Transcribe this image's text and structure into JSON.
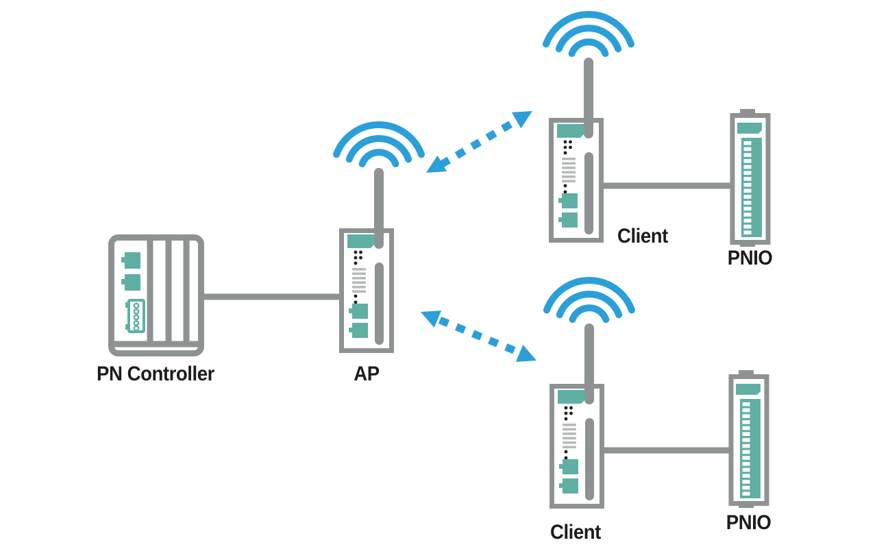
{
  "diagram": {
    "description": "Wireless network topology: PN Controller wired to AP, AP wirelessly linked to two Clients, each Client wired to a PNIO module",
    "labels": {
      "pn_controller": "PN Controller",
      "ap": "AP",
      "client_top": "Client",
      "client_bottom": "Client",
      "pnio_top": "PNIO",
      "pnio_bottom": "PNIO"
    },
    "colors": {
      "wireless_blue": "#2b9fd9",
      "device_gray": "#8e9292",
      "accent_teal": "#5fafa5",
      "led_gray": "#b7baba",
      "label_text": "#1c1c1c",
      "background": "#ffffff"
    },
    "connections": {
      "wired": [
        {
          "from": "pn_controller",
          "to": "ap",
          "style": "solid-gray"
        },
        {
          "from": "client_top",
          "to": "pnio_top",
          "style": "solid-gray"
        },
        {
          "from": "client_bottom",
          "to": "pnio_bottom",
          "style": "solid-gray"
        }
      ],
      "wireless": [
        {
          "from": "ap",
          "to": "client_top",
          "style": "dashed-blue-double-arrow"
        },
        {
          "from": "ap",
          "to": "client_bottom",
          "style": "dashed-blue-double-arrow"
        }
      ]
    }
  }
}
